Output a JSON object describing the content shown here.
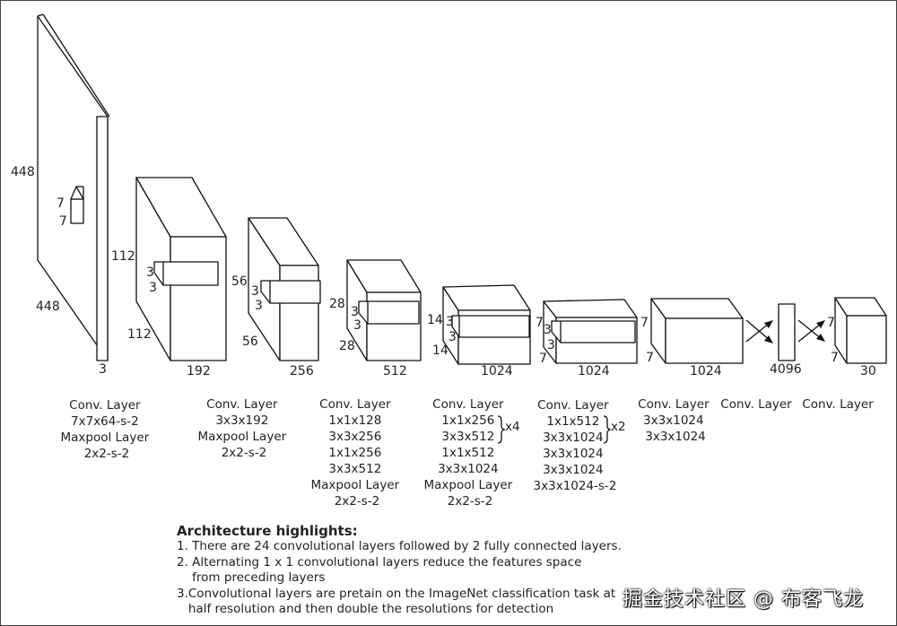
{
  "dimension_labels": {
    "l1_height": "448",
    "l1_width": "448",
    "l1_depth": "3",
    "l1_kernel_a": "7",
    "l1_kernel_b": "7",
    "l2_height": "112",
    "l2_width": "112",
    "l2_depth": "192",
    "l2_kernel_a": "3",
    "l2_kernel_b": "3",
    "l3_height": "56",
    "l3_width": "56",
    "l3_depth": "256",
    "l3_kernel_a": "3",
    "l3_kernel_b": "3",
    "l4_height": "28",
    "l4_width": "28",
    "l4_depth": "512",
    "l4_kernel_a": "3",
    "l4_kernel_b": "3",
    "l5_height": "14",
    "l5_width": "14",
    "l5_depth": "1024",
    "l5_kernel_a": "3",
    "l5_kernel_b": "3",
    "l6_height": "7",
    "l6_width": "7",
    "l6_depth": "1024",
    "l6_kernel_a": "3",
    "l6_kernel_b": "3",
    "l7_height": "7",
    "l7_width": "7",
    "l7_depth": "1024",
    "fc1_size": "4096",
    "out_height": "7",
    "out_width": "7",
    "out_depth": "30"
  },
  "captions": {
    "c1": [
      "Conv. Layer",
      "7x7x64-s-2",
      "Maxpool Layer",
      "2x2-s-2"
    ],
    "c2": [
      "Conv. Layer",
      "3x3x192",
      "Maxpool Layer",
      "2x2-s-2"
    ],
    "c3": [
      "Conv. Layer",
      "1x1x128",
      "3x3x256",
      "1x1x256",
      "3x3x512",
      "Maxpool Layer",
      "2x2-s-2"
    ],
    "c4": [
      "Conv. Layer",
      "1x1x256",
      "3x3x512",
      "1x1x512",
      "3x3x1024",
      "Maxpool Layer",
      "2x2-s-2"
    ],
    "c4_repeat": "x4",
    "c5": [
      "Conv. Layer",
      "1x1x512",
      "3x3x1024",
      "3x3x1024",
      "3x3x1024",
      "3x3x1024-s-2"
    ],
    "c5_repeat": "x2",
    "c6": [
      "Conv. Layer",
      "3x3x1024",
      "3x3x1024"
    ],
    "c7": [
      "Conv. Layer"
    ],
    "c8": [
      "Conv. Layer"
    ]
  },
  "notes": {
    "title": "Architecture highlights:",
    "items": [
      "1. There are 24 convolutional layers followed by 2 fully connected layers.",
      "2. Alternating 1 x 1 convolutional layers reduce the features space\n    from preceding layers",
      "3.Convolutional layers are pretain on the ImageNet classification task at\n   half resolution and then double the resolutions for detection"
    ]
  },
  "watermark": "掘金技术社区 @ 布客飞龙"
}
